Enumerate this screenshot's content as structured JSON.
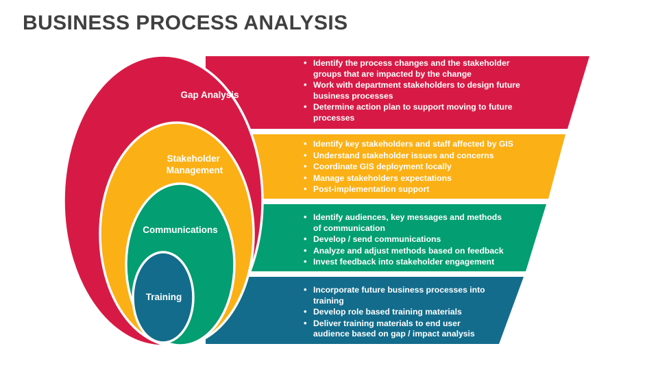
{
  "page_title": "BUSINESS PROCESS ANALYSIS",
  "colors": {
    "title": "#404040",
    "background": "#FFFFFF",
    "gap_analysis": "#D71A45",
    "stakeholder_management": "#FBB016",
    "communications": "#039E71",
    "training": "#136C8C",
    "outline": "#FFFFFF",
    "bullet_text": "#FFFFFF"
  },
  "stages": [
    {
      "id": "gap-analysis",
      "label": "Gap Analysis",
      "color": "#D71A45",
      "bullets": [
        "Identify the process changes and the stakeholder groups that are impacted by the change",
        "Work with department stakeholders to design future business processes",
        "Determine action plan to support moving to future processes"
      ]
    },
    {
      "id": "stakeholder-management",
      "label": "Stakeholder Management",
      "label_line1": "Stakeholder",
      "label_line2": "Management",
      "color": "#FBB016",
      "bullets": [
        "Identify key stakeholders and staff affected by GIS",
        "Understand  stakeholder issues and concerns",
        "Coordinate GIS deployment locally",
        "Manage stakeholders expectations",
        "Post-implementation support"
      ]
    },
    {
      "id": "communications",
      "label": "Communications",
      "color": "#039E71",
      "bullets": [
        "Identify audiences, key messages and methods of communication",
        "Develop / send communications",
        "Analyze and adjust methods based on feedback",
        "Invest feedback into stakeholder engagement"
      ]
    },
    {
      "id": "training",
      "label": "Training",
      "color": "#136C8C",
      "bullets": [
        "Incorporate future business processes into training",
        "Develop role based training materials",
        "Deliver training materials to end user audience based on gap / impact analysis"
      ]
    }
  ]
}
